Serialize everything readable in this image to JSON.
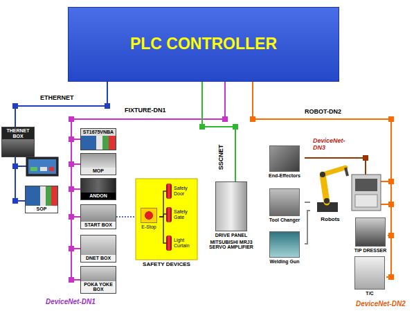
{
  "diagram": {
    "nodes": [
      {
        "text": [
          "PLC CONTROLLER"
        ]
      },
      {
        "text": [
          "THERNET BOX"
        ]
      },
      {
        "text": [
          "SOP"
        ]
      },
      {
        "text": [
          "ST1675VNBA"
        ]
      },
      {
        "text": [
          "MOP"
        ]
      },
      {
        "text": [
          "ANDON"
        ]
      },
      {
        "text": [
          "START BOX"
        ]
      },
      {
        "text": [
          "DNET BOX"
        ]
      },
      {
        "text": [
          "POKA YOKE BOX"
        ]
      },
      {
        "text": [
          "SAFETY DEVICES"
        ]
      },
      {
        "text": [
          "E-Stop"
        ],
        "in": 9
      },
      {
        "text": [
          "Safety Door"
        ],
        "in": 9
      },
      {
        "text": [
          "Safety Gate"
        ],
        "in": 9
      },
      {
        "text": [
          "Light Curtain"
        ],
        "in": 9
      },
      {
        "text": [
          "DRIVE PANEL",
          "MITSUBISHI MRJ3 SERVO AMPLIFIER"
        ]
      },
      {
        "text": [
          "End-Effectors"
        ]
      },
      {
        "text": [
          "Tool Changer"
        ]
      },
      {
        "text": [
          "Welding Gun"
        ]
      },
      {
        "text": [
          "Robots"
        ]
      },
      {
        "text": [
          "TIP DRESSER"
        ]
      },
      {
        "text": [
          "T/C"
        ]
      }
    ],
    "edges": [
      {
        "from": 0,
        "to": 1,
        "arrow": "none"
      },
      {
        "from": 0,
        "to": 2,
        "arrow": "none"
      },
      {
        "from": 0,
        "to": 3,
        "arrow": "none"
      },
      {
        "from": 0,
        "to": 4,
        "arrow": "none"
      },
      {
        "from": 0,
        "to": 5,
        "arrow": "none"
      },
      {
        "from": 0,
        "to": 6,
        "arrow": "none"
      },
      {
        "from": 0,
        "to": 7,
        "arrow": "none"
      },
      {
        "from": 0,
        "to": 8,
        "arrow": "none"
      },
      {
        "from": 6,
        "to": 9,
        "arrow": "none"
      },
      {
        "from": 10,
        "to": 11,
        "arrow": "none"
      },
      {
        "from": 10,
        "to": 12,
        "arrow": "none"
      },
      {
        "from": 10,
        "to": 13,
        "arrow": "none"
      },
      {
        "from": 0,
        "to": 14,
        "arrow": "none"
      },
      {
        "from": 16,
        "to": 18,
        "arrow": "none"
      },
      {
        "from": 17,
        "to": 18,
        "arrow": "none"
      },
      {
        "from": 0,
        "to": 19,
        "arrow": "none"
      },
      {
        "from": 0,
        "to": 20,
        "arrow": "none"
      }
    ],
    "labels": [
      "ETHERNET",
      "FIXTURE-DN1",
      "SSCNET",
      "ROBOT-DN2",
      "DeviceNet-DN3",
      "DeviceNet-DN1",
      "DeviceNet-DN2"
    ]
  }
}
